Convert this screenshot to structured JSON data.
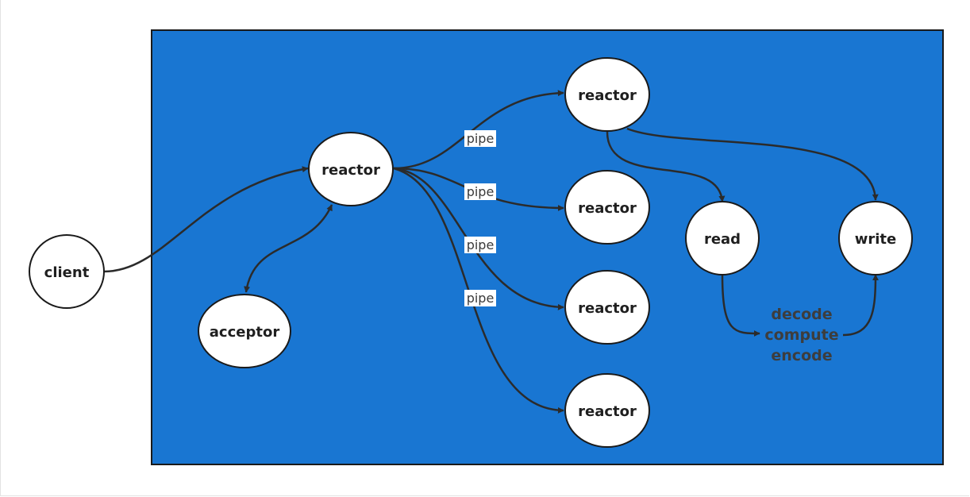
{
  "colors": {
    "container_fill": "#1976d2",
    "node_fill": "#ffffff",
    "stroke": "#2b2b2b"
  },
  "nodes": {
    "client": "client",
    "acceptor": "acceptor",
    "main_reactor": "reactor",
    "sub_reactor_1": "reactor",
    "sub_reactor_2": "reactor",
    "sub_reactor_3": "reactor",
    "sub_reactor_4": "reactor",
    "read": "read",
    "write": "write"
  },
  "edge_labels": [
    "pipe",
    "pipe",
    "pipe",
    "pipe"
  ],
  "processing_steps": [
    "decode",
    "compute",
    "encode"
  ]
}
